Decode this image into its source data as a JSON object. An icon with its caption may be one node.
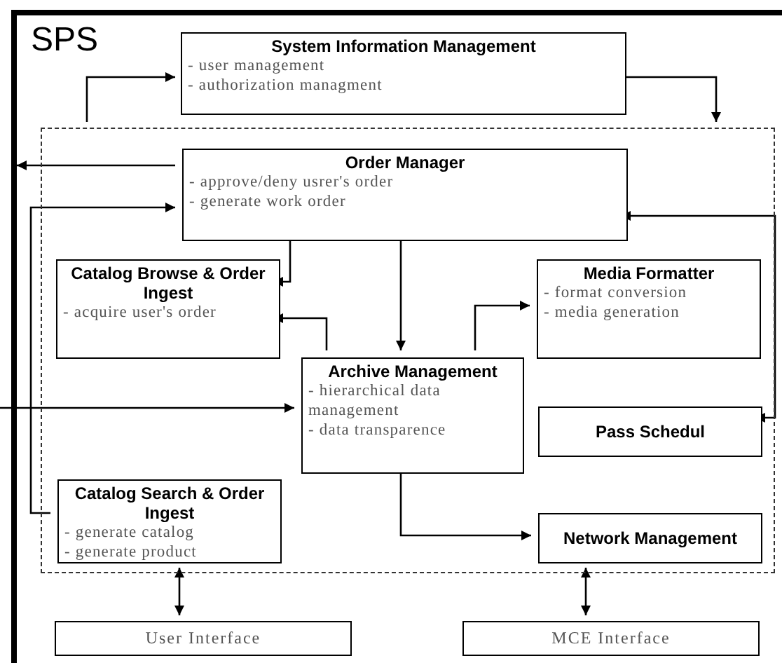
{
  "diagram": {
    "nodes": [
      {
        "text": [
          "SPS"
        ]
      },
      {
        "text": [
          "System Information Management",
          "- user management",
          "- authorization managment"
        ],
        "in": 0
      },
      {
        "text": [],
        "shape": "box",
        "in": 0
      },
      {
        "text": [
          "Order Manager",
          "- approve/deny usrer's order",
          "- generate work order"
        ],
        "in": 2
      },
      {
        "text": [
          "Catalog Browse & Order Ingest",
          "- acquire user's order"
        ],
        "in": 2
      },
      {
        "text": [
          "Media Formatter",
          "- format conversion",
          "- media generation"
        ],
        "in": 2
      },
      {
        "text": [
          "Archive Management",
          "- hierarchical data management",
          "- data transparence"
        ],
        "in": 2
      },
      {
        "text": [
          "Pass Schedul"
        ],
        "in": 2
      },
      {
        "text": [
          "Catalog Search & Order Ingest",
          "- generate catalog",
          "- generate product"
        ],
        "in": 2
      },
      {
        "text": [
          "Network Management"
        ],
        "in": 2
      },
      {
        "text": [
          "User Interface"
        ],
        "in": 0
      },
      {
        "text": [
          "MCE Interface"
        ],
        "in": 0
      }
    ],
    "edges": [
      {
        "from": 2,
        "to": 1,
        "arrow": "to"
      },
      {
        "from": 1,
        "to": 2,
        "arrow": "to"
      },
      {
        "from": 3,
        "to": null,
        "arrow": "to"
      },
      {
        "from": 8,
        "to": 3,
        "arrow": "to"
      },
      {
        "from": 3,
        "to": 7,
        "arrow": "both"
      },
      {
        "from": 3,
        "to": 4,
        "arrow": "to"
      },
      {
        "from": 3,
        "to": 6,
        "arrow": "to"
      },
      {
        "from": 6,
        "to": 4,
        "arrow": "to"
      },
      {
        "from": 6,
        "to": 5,
        "arrow": "to"
      },
      {
        "from": null,
        "to": 6,
        "arrow": "to"
      },
      {
        "from": 6,
        "to": 9,
        "arrow": "to"
      },
      {
        "from": 2,
        "to": 10,
        "arrow": "both"
      },
      {
        "from": 2,
        "to": 11,
        "arrow": "both"
      }
    ]
  }
}
